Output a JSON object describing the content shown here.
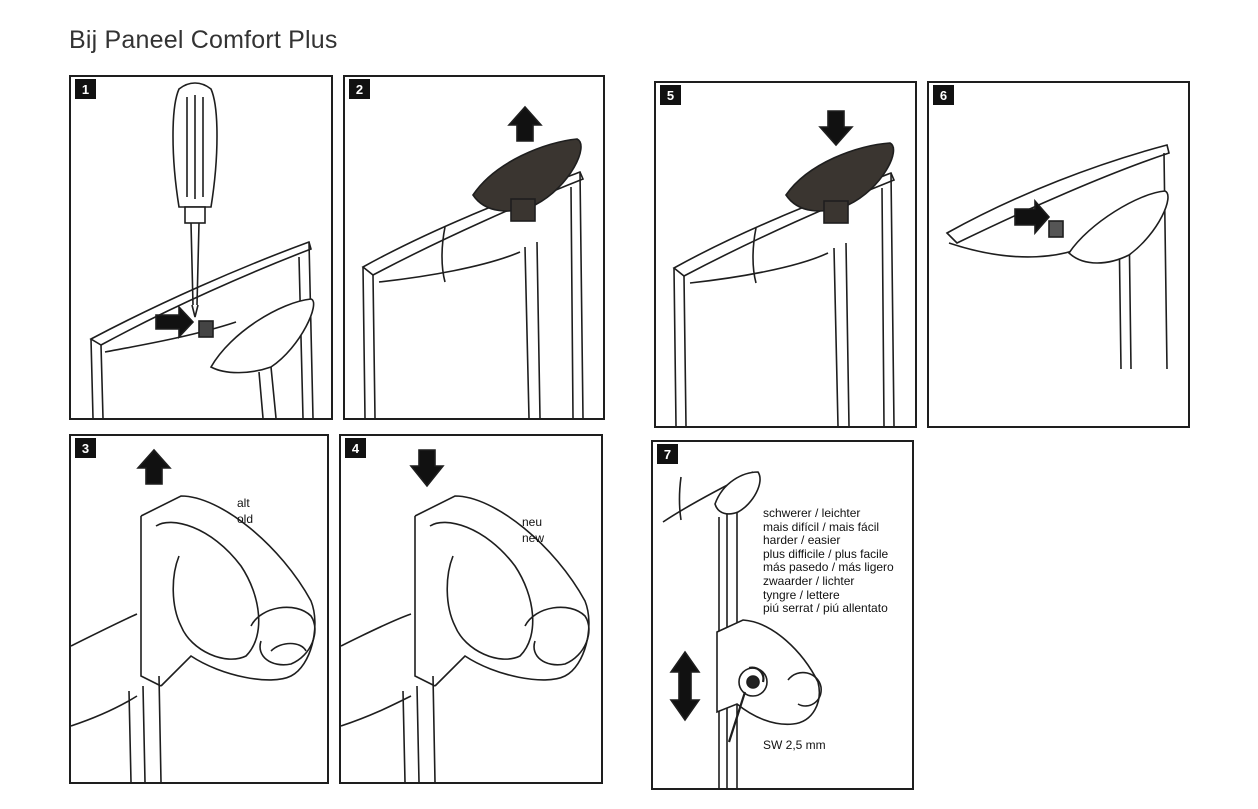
{
  "title": "Bij Paneel Comfort Plus",
  "steps": [
    "1",
    "2",
    "3",
    "4",
    "5",
    "6",
    "7"
  ],
  "labels": {
    "old_de": "alt",
    "old_en": "old",
    "new_de": "neu",
    "new_en": "new",
    "tension_lines": [
      "schwerer / leichter",
      "mais difícil / mais fácil",
      "harder / easier",
      "plus difficile / plus facile",
      "más pasedo / más ligero",
      "zwaarder / lichter",
      "tyngre / lettere",
      "piú serrat / piú allentato"
    ],
    "wrench_size": "SW 2,5 mm"
  },
  "colors": {
    "ink": "#1e1e1e",
    "cap": "#3a3530",
    "paper": "#ffffff"
  }
}
